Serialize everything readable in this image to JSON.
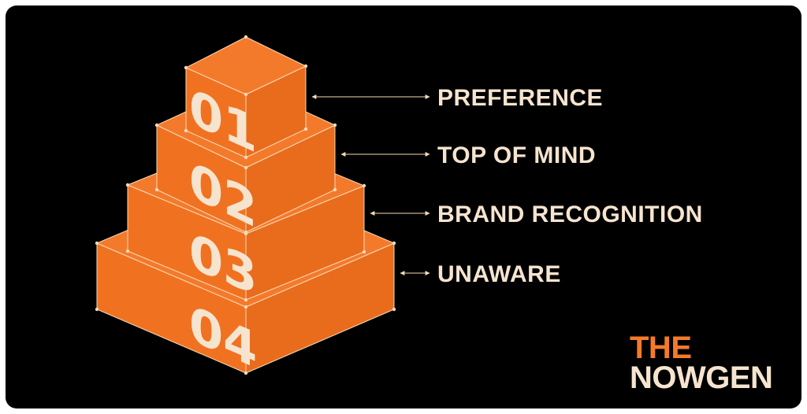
{
  "colors": {
    "background": "#000000",
    "box_top": "#f47a2b",
    "box_front": "#f07220",
    "box_side": "#e86c1c",
    "edge": "#f6d9b8",
    "text": "#f6e4cf",
    "logo_accent": "#f47a2b"
  },
  "levels": [
    {
      "number": "01",
      "label": "PREFERENCE"
    },
    {
      "number": "02",
      "label": "TOP OF MIND"
    },
    {
      "number": "03",
      "label": "BRAND RECOGNITION"
    },
    {
      "number": "04",
      "label": "UNAWARE"
    }
  ],
  "logo": {
    "line1": "THE",
    "line2": "NOWGEN"
  }
}
